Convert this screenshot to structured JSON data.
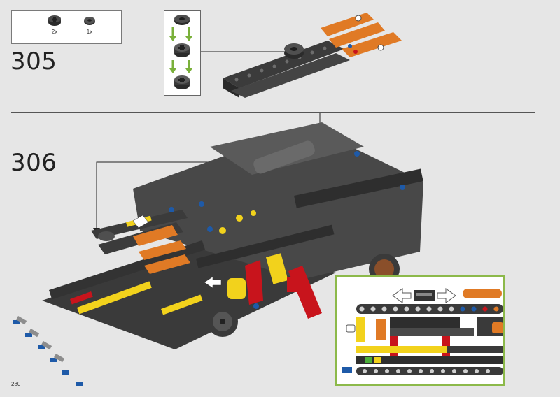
{
  "parts": [
    {
      "qty": "2x",
      "icon": "gear-hub-piece"
    },
    {
      "qty": "1x",
      "icon": "round-cap-piece"
    }
  ],
  "steps": [
    {
      "number": "305"
    },
    {
      "number": "306"
    }
  ],
  "page_number": "280",
  "colors": {
    "background": "#e6e6e6",
    "callout_border": "#8cb94a",
    "brick_dark": "#3a3a3a",
    "brick_orange": "#e07a25",
    "brick_red": "#c8141c",
    "brick_yellow": "#f2d21c",
    "brick_blue": "#1e5aa8",
    "arrow_green": "#7ab03a"
  }
}
